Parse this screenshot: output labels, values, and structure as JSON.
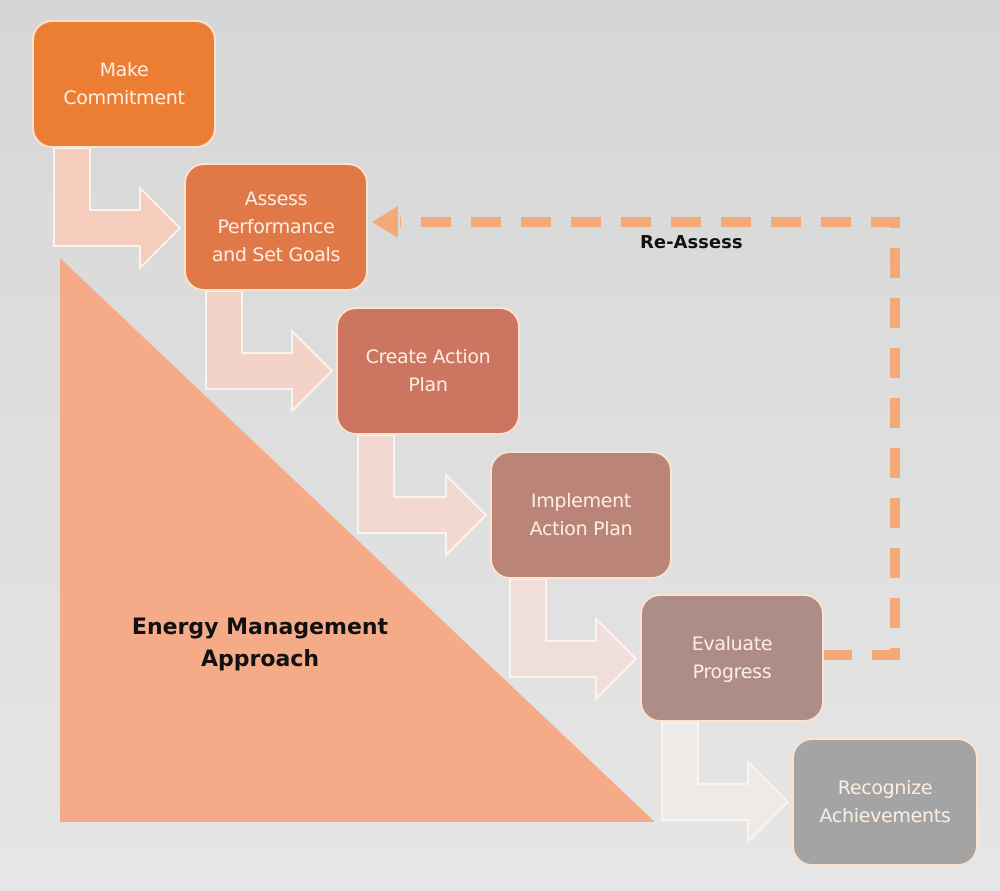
{
  "diagram": {
    "title": "Energy Management Approach",
    "steps": [
      {
        "label": "Make\nCommitment",
        "color": "#ec7e33"
      },
      {
        "label": "Assess\nPerformance\nand Set Goals",
        "color": "#e07848"
      },
      {
        "label": "Create Action\nPlan",
        "color": "#cc7560"
      },
      {
        "label": "Implement\nAction Plan",
        "color": "#bb8478"
      },
      {
        "label": "Evaluate\nProgress",
        "color": "#ae8c88"
      },
      {
        "label": "Recognize\nAchievements",
        "color": "#a4a4a4"
      }
    ],
    "loop_label": "Re-Assess",
    "loop_color": "#f4aa78",
    "triangle_color": "#f5aa88"
  }
}
